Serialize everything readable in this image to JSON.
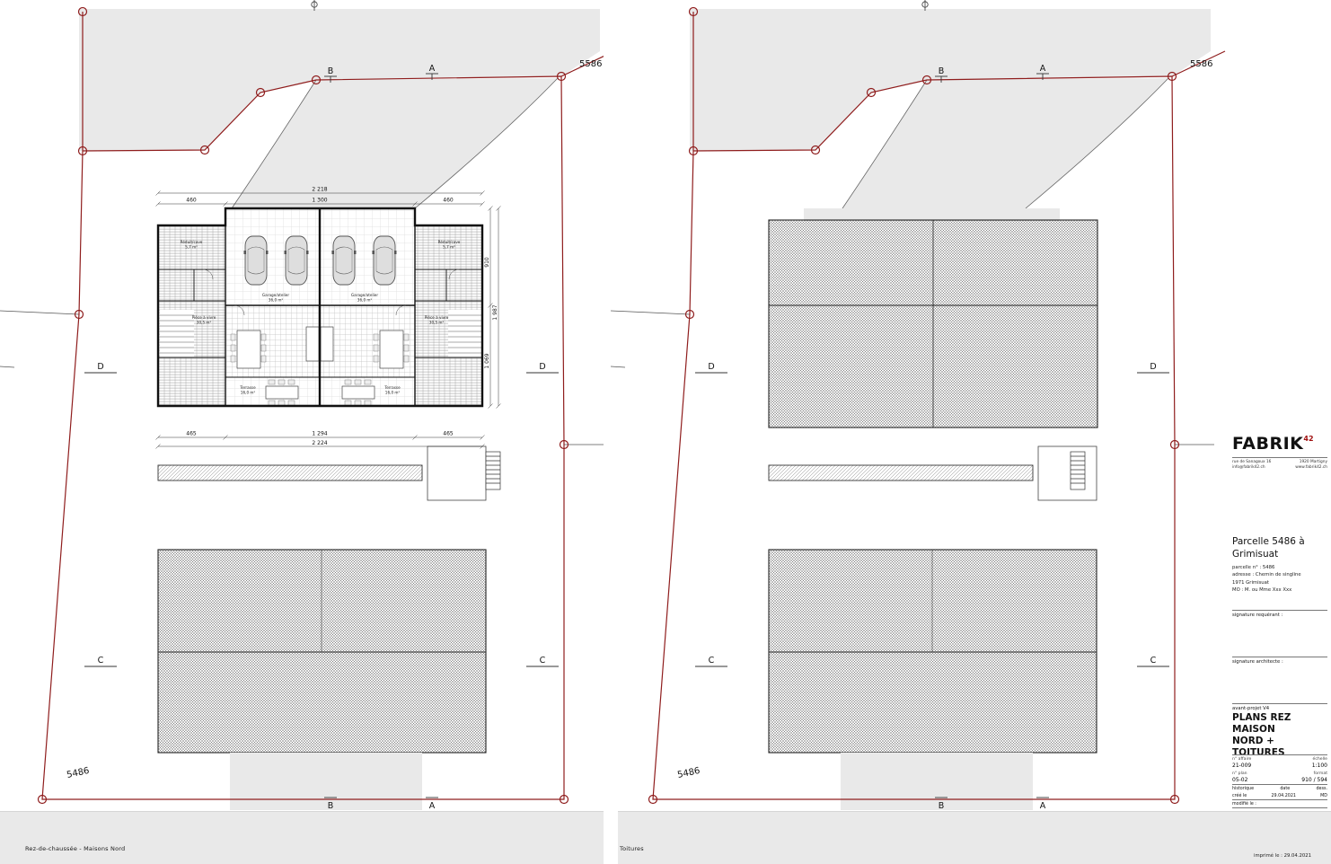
{
  "site": {
    "parcel_top": "5586",
    "parcel_main": "5486"
  },
  "markers": {
    "a": "A",
    "b": "B",
    "c": "C",
    "d": "D"
  },
  "sheets": {
    "left_label": "Rez-de-chaussée - Maisons Nord",
    "right_label": "Toitures"
  },
  "dims": {
    "top_total": "2 218",
    "top_inner": "1 300",
    "top_side": "460",
    "bottom_side": "465",
    "bottom_inner": "1 294",
    "bottom_total": "2 224",
    "right_upper": "910",
    "right_lower": "1 069",
    "right_total": "1 987"
  },
  "rooms": {
    "reduit": "Réduit/cave",
    "reduit_area": "5,7 m²",
    "garage": "Garage/atelier",
    "garage_area": "36,0 m²",
    "piece": "Pièce à vivre",
    "piece_area": "30,5 m²",
    "terrasse": "Terrasse",
    "terrasse_area": "16,0 m²"
  },
  "titleblock": {
    "logo": "FABRIK",
    "logo_sup": "42",
    "addr1": "rue de Sanagoux 16",
    "addr2": "1920 Martigny",
    "addr3": "info@fabrik42.ch",
    "addr4": "www.fabrik42.ch",
    "project_line1": "Parcelle 5486 à",
    "project_line2": "Grimisuat",
    "meta1": "parcelle n° : 5486",
    "meta2": "adresse : Chemin de singline",
    "meta3": "1971 Grimisuat",
    "meta4": "MO : M. ou Mme Xxx Xxx",
    "sig_req": "signature requérant :",
    "sig_arch": "signature architecte :",
    "phase": "avant-projet V4",
    "title_line1": "PLANS REZ MAISON",
    "title_line2": "NORD + TOITURES",
    "affaire_label": "n° affaire",
    "affaire_value": "21-009",
    "echelle_label": "échelle",
    "echelle_value": "1:100",
    "plan_label": "n° plan",
    "plan_value": "05-02",
    "format_label": "format",
    "format_value": "910 / 594",
    "historique_label": "historique",
    "date_label": "date",
    "dess_label": "dess.",
    "cree_label": "créé le",
    "cree_date": "29.04.2021",
    "cree_dess": "MD",
    "modifie_label": "modifié le :",
    "printed": "imprimé le : 29.04.2021"
  }
}
